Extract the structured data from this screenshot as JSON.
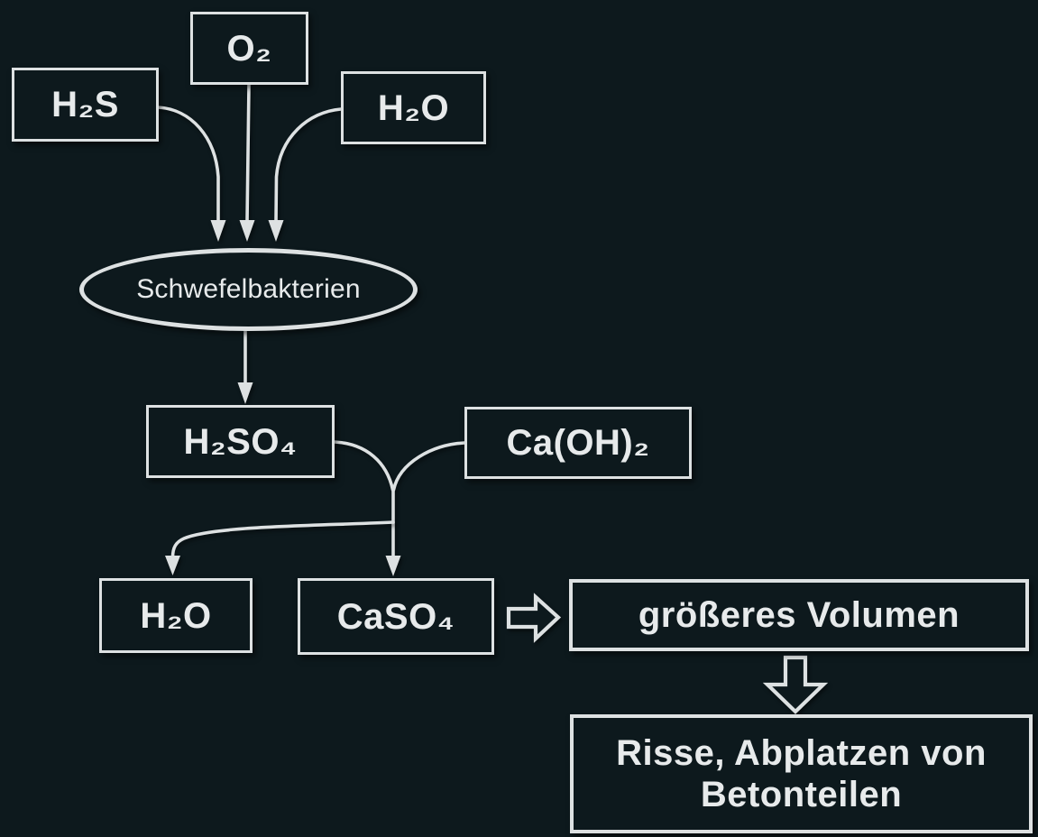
{
  "diagram": {
    "colors": {
      "background": "#0d191d",
      "stroke": "#dde1e2",
      "text": "#e7eaeb"
    },
    "nodes": {
      "h2s": {
        "label": "H₂S",
        "shape": "rect"
      },
      "o2": {
        "label": "O₂",
        "shape": "rect"
      },
      "h2o_in": {
        "label": "H₂O",
        "shape": "rect"
      },
      "bacteria": {
        "label": "Schwefelbakterien",
        "shape": "ellipse"
      },
      "h2so4": {
        "label": "H₂SO₄",
        "shape": "rect"
      },
      "caoh2": {
        "label": "Ca(OH)₂",
        "shape": "rect"
      },
      "h2o_out": {
        "label": "H₂O",
        "shape": "rect"
      },
      "caso4": {
        "label": "CaSO₄",
        "shape": "rect"
      },
      "volume": {
        "label": "größeres Volumen",
        "shape": "rect"
      },
      "damage": {
        "label": "Risse, Abplatzen von Betonteilen",
        "shape": "rect"
      }
    },
    "edges": [
      {
        "from": "h2s",
        "to": "bacteria",
        "style": "thin-arrow"
      },
      {
        "from": "o2",
        "to": "bacteria",
        "style": "thin-arrow"
      },
      {
        "from": "h2o_in",
        "to": "bacteria",
        "style": "thin-arrow"
      },
      {
        "from": "bacteria",
        "to": "h2so4",
        "style": "thin-arrow"
      },
      {
        "from": "h2so4",
        "to": "caso4",
        "style": "thin-arrow-merged"
      },
      {
        "from": "caoh2",
        "to": "caso4",
        "style": "thin-arrow-merged"
      },
      {
        "from": "h2so4 + caoh2",
        "to": "h2o_out",
        "style": "thin-arrow-branch"
      },
      {
        "from": "caso4",
        "to": "volume",
        "style": "block-arrow-right"
      },
      {
        "from": "volume",
        "to": "damage",
        "style": "block-arrow-down"
      }
    ]
  }
}
